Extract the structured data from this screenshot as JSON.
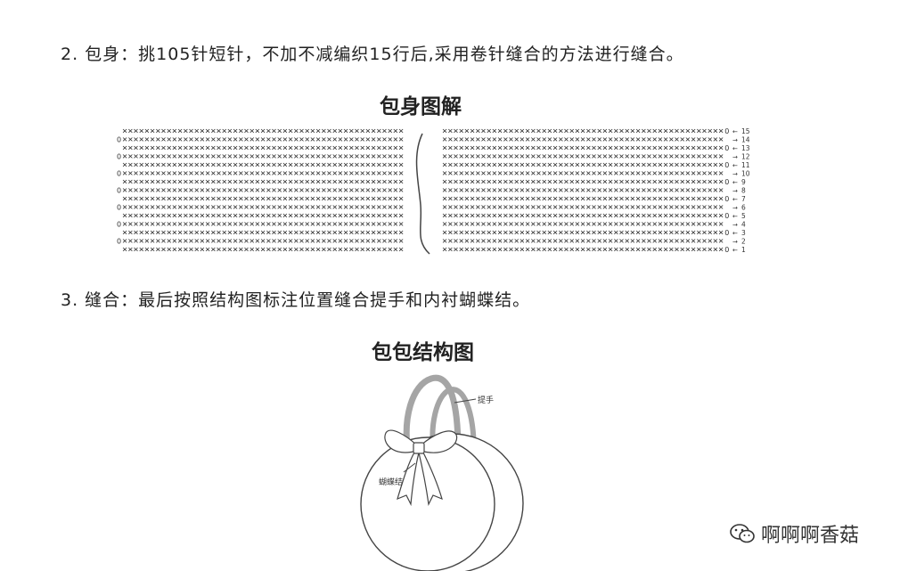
{
  "instructions": {
    "step2": "2. 包身：挑105针短针，不加不减编织15行后,采用卷针缝合的方法进行缝合。",
    "step3": "3. 缝合：最后按照结构图标注位置缝合提手和内衬蝴蝶结。"
  },
  "body_chart": {
    "title": "包身图解",
    "rows": 15,
    "row_labels": [
      "1",
      "2",
      "3",
      "4",
      "5",
      "6",
      "7",
      "8",
      "9",
      "10",
      "11",
      "12",
      "13",
      "14",
      "15"
    ],
    "stitch_symbol": "×",
    "chain_symbol": "0"
  },
  "bag_diagram": {
    "title": "包包结构图",
    "handle_label": "提手",
    "bow_label": "蝴蝶结"
  },
  "watermark": {
    "text": "啊啊啊香菇",
    "icon": "wechat-icon"
  },
  "colors": {
    "text": "#222222",
    "line": "#444444",
    "handle": "#9a9a9a"
  }
}
